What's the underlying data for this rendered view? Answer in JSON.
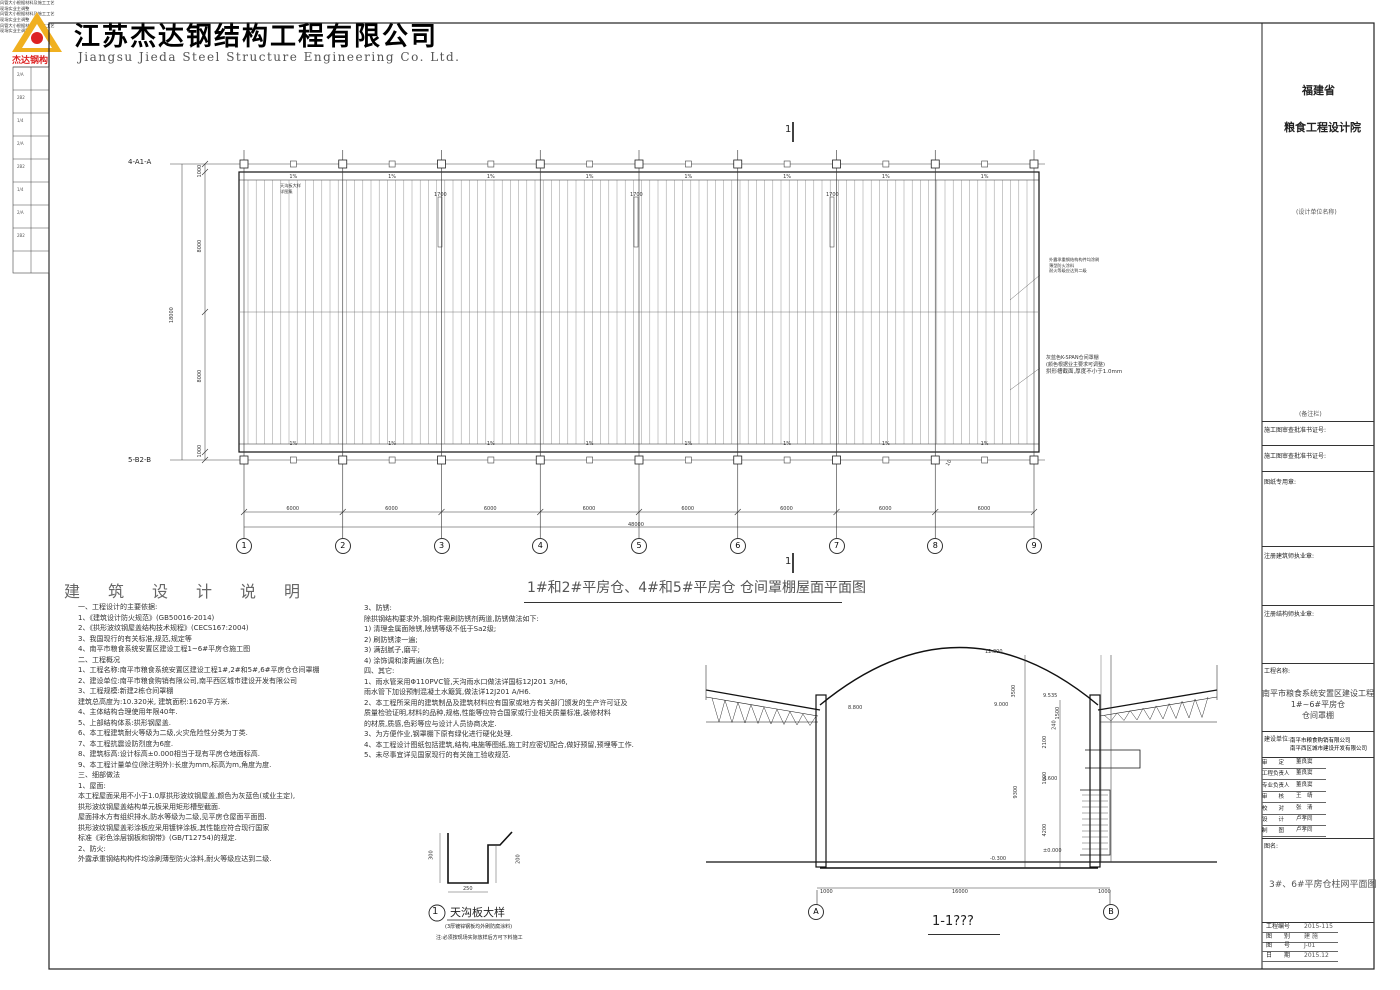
{
  "header": {
    "company_cn": "江苏杰达钢结构工程有限公司",
    "company_en": "Jiangsu Jieda Steel Structure Engineering Co. Ltd.",
    "logo_text": "杰达钢构",
    "logo_color": "#f0b020"
  },
  "plan": {
    "title": "1#和2#平房仓、4#和5#平房仓  仓间罩棚屋面平面图",
    "row_labels": [
      "4-A1-A",
      "5-B2-B"
    ],
    "axes": [
      "1",
      "2",
      "3",
      "4",
      "5",
      "6",
      "7",
      "8",
      "9"
    ],
    "bay_dim": "6000",
    "total_dim": "48000",
    "side_dims": [
      "1000",
      "8000",
      "18000",
      "8000",
      "1000"
    ],
    "section_mark": "1",
    "slope_label": "1%",
    "hole_label": "1700",
    "hole_note": [
      "风管大小根据材料及施工工艺",
      "现场实业主调整"
    ],
    "gutter_note": [
      "天沟板大样",
      "详图集"
    ],
    "edge_dim": "10",
    "callout_1": [
      "外露承重钢结构构件均涂刷",
      "薄型防火涂料",
      "耐火等级应达到二级"
    ],
    "callout_2": [
      "灰蓝色K-SPAN仓间罩棚",
      "(颜色根据业主要求可调整)",
      "拱形槽截面,厚度不小于1.0mm"
    ]
  },
  "notes": {
    "title": "建筑设计说明",
    "col1": [
      "一、工程设计的主要依据:",
      "1、《建筑设计防火规范》(GB50016-2014)",
      "2、《拱形波纹钢屋盖结构技术规程》(CECS167:2004)",
      "3、我国现行的有关标准,规范,规定等",
      "4、南平市粮食系统安置区建设工程1~6#平房仓施工图",
      "二、工程概况",
      "1、工程名称:南平市粮食系统安置区建设工程1#,2#和5#,6#平房仓仓间罩棚",
      "2、建设单位:南平市粮食购销有限公司,南平西区城市建设开发有限公司",
      "3、工程规模:新建2栋仓间罩棚",
      "   建筑总高度为:10.320米, 建筑面积:1620平方米.",
      "4、主体结构合理使用年限40年.",
      "5、上部结构体系:拱形钢屋盖.",
      "6、本工程建筑耐火等级为二级,火灾危险性分类为丁类.",
      "7、本工程抗震设防烈度为6度.",
      "8、建筑标高:设计标高±0.000相当于现有平房仓地面标高.",
      "9、本工程计量单位(除注明外):长度为mm,标高为m,角度为度.",
      "三、细部做法",
      "1、屋面:",
      "   本工程屋面采用不小于1.0厚拱形波纹钢屋盖,颜色为灰蓝色(或业主定),",
      "   拱形波纹钢屋盖结构单元板采用矩形槽型截面.",
      "   屋面排水方有组织排水,防水等级为二级,见平房仓屋面平面图.",
      "   拱形波纹钢屋盖彩涂板应采用镀锌涂板,其性能应符合现行国家",
      "   标准《彩色涂层钢板和钢带》(GB/T12754)的规定.",
      "2、防火:",
      "   外露承重钢结构构件均涂刷薄型防火涂料,耐火等级应达到二级."
    ],
    "col2": [
      "3、防锈:",
      "   除拱钢结构要求外,钢构件需刷防锈剂两道,防锈做法如下:",
      "   1) 清理金属面除锈,除锈等级不低于Sa2级;",
      "   2) 刷防锈漆一遍;",
      "   3) 满刮腻子,磨平;",
      "   4) 涂饰调和漆两遍(灰色);",
      "四、其它:",
      "1、雨水管采用Φ110PVC管,天沟雨水口做法详国标12J201 3/H6,",
      "   雨水管下加设预制混凝土水簸箕,做法详12J201 A/H6.",
      "2、本工程所采用的建筑制品及建筑材料应有国家或地方有关部门颁发的生产许可证及",
      "   质量检验证明,材料的品种,规格,性能等应符合国家或行业相关质量标准,装修材料",
      "   的材质,质感,色彩等应与设计人员协商决定.",
      "3、为方便作业,钢罩棚下原有绿化进行硬化处理.",
      "4、本工程设计图纸包括建筑,结构,电施等图纸,施工时应密切配合,做好预留,预埋等工作.",
      "5、未尽事宜详见国家现行的有关施工验收规范."
    ]
  },
  "gutter": {
    "title": "天沟板大样",
    "number": "1",
    "sub1": "(3厚镀锌钢板均外刷防腐涂料)",
    "sub2": "注:必须按现场实际放样后方可下料施工",
    "dims": [
      "300",
      "200",
      "250"
    ]
  },
  "section": {
    "title": "1-1???",
    "axes": [
      "A",
      "B"
    ],
    "levels": [
      "12.300",
      "9.535",
      "8.800",
      "9.000",
      "4.600",
      "±0.000",
      "-0.300"
    ],
    "dims": [
      "3500",
      "2100",
      "1600",
      "4200",
      "9300",
      "1000",
      "16000",
      "1000"
    ],
    "small_dims": [
      "240",
      "1500"
    ]
  },
  "title_block": {
    "institute_line1": "福建省",
    "institute_line2": "粮食工程设计院",
    "design_unit_label": "(设计单位名称)",
    "remarks_label": "(备注栏)",
    "review_cert_label": "施工图审查批准书证号:",
    "review_cert_label2": "施工图审查批准书证号:",
    "seal_label": "图纸专用章:",
    "reg_arch_label": "注册建筑师执业章:",
    "reg_struct_label": "注册结构师执业章:",
    "project_label": "工程名称:",
    "project_name": [
      "南平市粮食系统安置区建设工程",
      "1#~6#平房仓",
      "仓间罩棚"
    ],
    "client_label": "建设单位:",
    "client_name": [
      "南平市粮食购销有限公司",
      "南平西区城市建设开发有限公司"
    ],
    "signatures": [
      {
        "role": "审　　定",
        "name": "董良窦"
      },
      {
        "role": "工程负责人",
        "name": "董良窦"
      },
      {
        "role": "专业负责人",
        "name": "董良窦"
      },
      {
        "role": "审　　核",
        "name": "王　靖"
      },
      {
        "role": "校　　对",
        "name": "张　清"
      },
      {
        "role": "设　　计",
        "name": "卢孝同"
      },
      {
        "role": "制　　图",
        "name": "卢孝同"
      }
    ],
    "drawing_label": "图名:",
    "drawing_name": "3#、6#平房仓柱网平面图",
    "info": [
      {
        "label": "工程编号",
        "value": "2015-115"
      },
      {
        "label": "图　　别",
        "value": "建 施"
      },
      {
        "label": "图　　号",
        "value": "J-01"
      },
      {
        "label": "日　　期",
        "value": "2015.12"
      }
    ]
  },
  "left_strip": [
    "2/A",
    "2B2",
    "1/4",
    "2/A",
    "2B2",
    "1/4",
    "2/A",
    "2B2"
  ]
}
